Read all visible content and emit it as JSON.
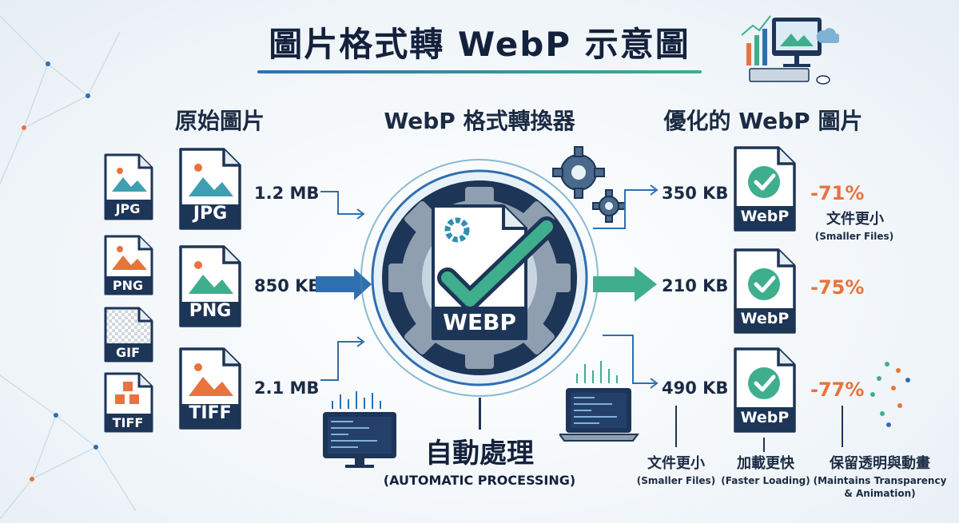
{
  "title": "圖片格式轉 WebP 示意圖",
  "columns": {
    "original": "原始圖片",
    "converter": "WebP 格式轉換器",
    "optimized": "優化的 WebP 圖片"
  },
  "small_files": [
    "JPG",
    "PNG",
    "GIF",
    "TIFF"
  ],
  "input_rows": [
    {
      "format": "JPG",
      "size": "1.2 MB"
    },
    {
      "format": "PNG",
      "size": "850 KB"
    },
    {
      "format": "TIFF",
      "size": "2.1 MB"
    }
  ],
  "converter_badge": "WEBP",
  "processing": {
    "label": "自動處理",
    "sub": "(AUTOMATIC PROCESSING)"
  },
  "output_rows": [
    {
      "size": "350 KB",
      "format": "WebP",
      "reduction": "-71%"
    },
    {
      "size": "210 KB",
      "format": "WebP",
      "reduction": "-75%"
    },
    {
      "size": "490 KB",
      "format": "WebP",
      "reduction": "-77%"
    }
  ],
  "side_note": {
    "label": "文件更小",
    "sub": "(Smaller Files)"
  },
  "benefits": [
    {
      "label": "文件更小",
      "sub": "(Smaller Files)"
    },
    {
      "label": "加載更快",
      "sub": "(Faster Loading)"
    },
    {
      "label": "保留透明與動畫",
      "sub": "(Maintains Transparency & Animation)"
    }
  ],
  "colors": {
    "navy": "#1d3557",
    "blue": "#2f6fb0",
    "teal": "#3fae8c",
    "orange": "#e8733c"
  }
}
